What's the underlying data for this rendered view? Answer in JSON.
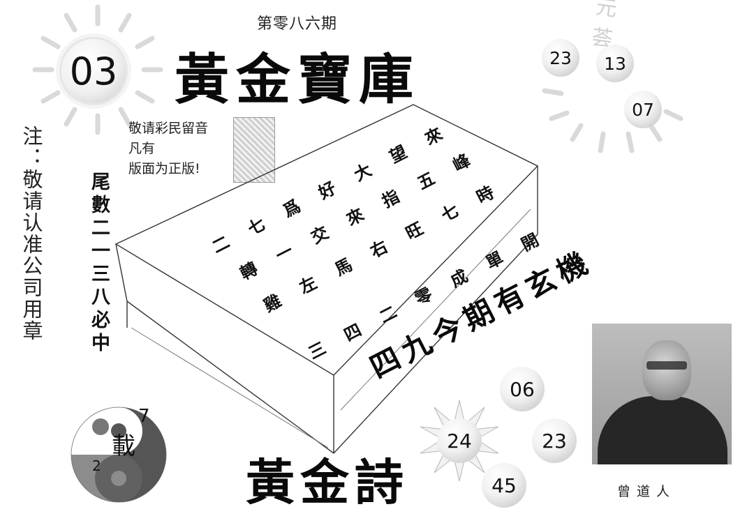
{
  "header": {
    "issue": "第零八六期",
    "title": "黃金寶庫",
    "badge_number": "03"
  },
  "top_right_numbers": [
    "23",
    "13",
    "07"
  ],
  "faint_text": "元 荟",
  "left_note": "注：敬请认准公司用章",
  "tail_numbers_text": "尾數二一三八必中",
  "notice": {
    "line1": "敬请彩民留音",
    "line2": "凡有",
    "line3": "版面为正版!"
  },
  "grid_rows": [
    [
      "二",
      "七",
      "爲",
      "好",
      "大",
      "望",
      "來"
    ],
    [
      "轉",
      "一",
      "交",
      "來",
      "指",
      "五",
      "峰"
    ],
    [
      "雞",
      "左",
      "馬",
      "右",
      "旺",
      "七",
      "時"
    ],
    [
      "三",
      "四",
      "二",
      "零",
      "成",
      "單",
      "開"
    ]
  ],
  "side_text": "四九今期有玄機",
  "bottom_numbers": [
    "06",
    "24",
    "23",
    "45"
  ],
  "poem_title": "黃金詩",
  "yinyang": {
    "center": "載",
    "top": "7",
    "bottom": "2"
  },
  "caption": "曾道人",
  "colors": {
    "ink": "#111111",
    "ball_shade": "#bdbdbd",
    "background": "#ffffff"
  }
}
